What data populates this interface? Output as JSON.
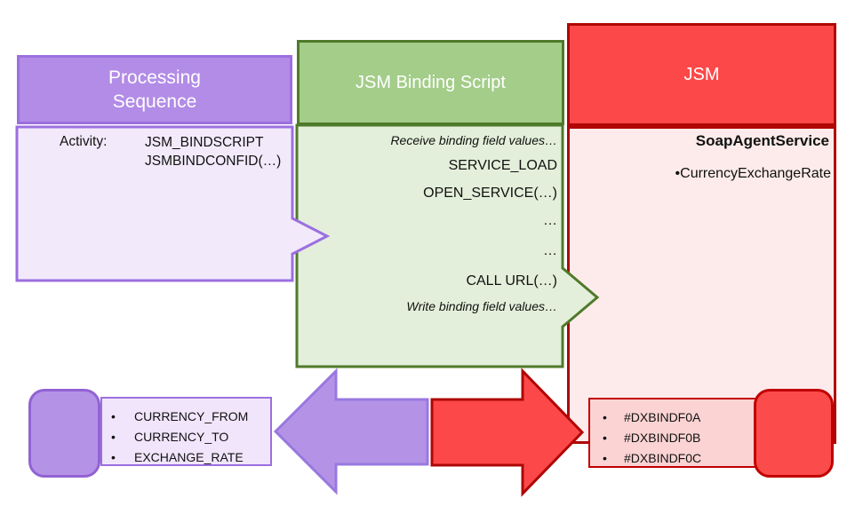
{
  "processing": {
    "title": "Processing\nSequence",
    "activity_label": "Activity:",
    "activity_lines": [
      "JSM_BINDSCRIPT",
      "JSMBINDCONFID(…)"
    ]
  },
  "binding_script": {
    "title": "JSM Binding Script",
    "lines": [
      "Receive binding field values…",
      "SERVICE_LOAD",
      "OPEN_SERVICE(…)",
      "…",
      "…",
      "CALL URL(…)",
      "Write binding field values…"
    ]
  },
  "jsm": {
    "title": "JSM",
    "service_name": "SoapAgentService",
    "service_item": "•CurrencyExchangeRate",
    "bind_fields": [
      "#DXBINDF0A",
      "#DXBINDF0B",
      "#DXBINDF0C"
    ]
  },
  "output_fields": {
    "items": [
      "CURRENCY_FROM",
      "CURRENCY_TO",
      "EXCHANGE_RATE"
    ]
  },
  "colors": {
    "purple_fill": "#b28ce6",
    "purple_border": "#9c6fe0",
    "purple_light": "#f2eafb",
    "green_fill": "#a3cd89",
    "green_border": "#4f7a2b",
    "green_light": "#e3efda",
    "red_fill": "#fc4848",
    "red_border": "#b00606",
    "red_light": "#fcebea",
    "pink_fill": "#fbd3d3",
    "text": "#111111"
  }
}
